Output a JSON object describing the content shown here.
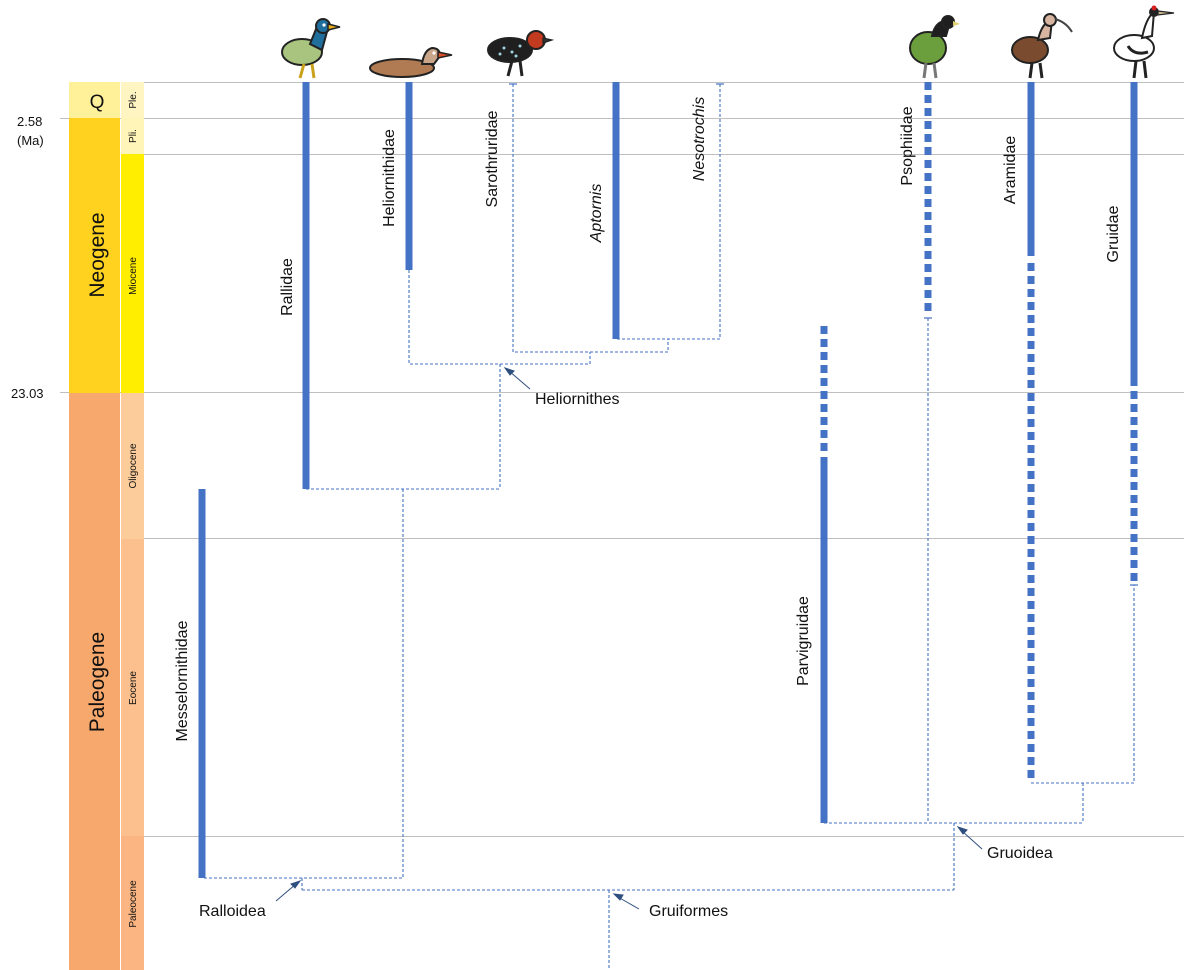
{
  "timescale": {
    "ticks": [
      {
        "id": "t258",
        "label": "2.58"
      },
      {
        "id": "tma",
        "label": "(Ma)"
      },
      {
        "id": "t2303",
        "label": "23.03"
      }
    ],
    "periods": [
      {
        "id": "q",
        "label": "Q",
        "color": "#fff199"
      },
      {
        "id": "neogene",
        "label": "Neogene",
        "color": "#ffd21f"
      },
      {
        "id": "paleogene",
        "label": "Paleogene",
        "color": "#f7a86c"
      }
    ],
    "epochs": [
      {
        "id": "ple",
        "label": "Ple.",
        "color": "#fff5c2"
      },
      {
        "id": "pli",
        "label": "Pli.",
        "color": "#fff5b8"
      },
      {
        "id": "miocene",
        "label": "Miocene",
        "color": "#ffee00"
      },
      {
        "id": "oligocene",
        "label": "Oligocene",
        "color": "#fccd9b"
      },
      {
        "id": "eocene",
        "label": "Eocene",
        "color": "#fbc08e"
      },
      {
        "id": "paleocene",
        "label": "Paleocene",
        "color": "#fbb582"
      }
    ]
  },
  "taxa": [
    {
      "id": "rallidae",
      "label": "Rallidae",
      "italic": false
    },
    {
      "id": "heliornithidae",
      "label": "Heliornithidae",
      "italic": false
    },
    {
      "id": "sarothruridae",
      "label": "Sarothruridae",
      "italic": false
    },
    {
      "id": "aptornis",
      "label": "Aptornis",
      "italic": true
    },
    {
      "id": "nesotrochis",
      "label": "Nesotrochis",
      "italic": true
    },
    {
      "id": "messelornithidae",
      "label": "Messelornithidae",
      "italic": false
    },
    {
      "id": "psophiidae",
      "label": "Psophiidae",
      "italic": false
    },
    {
      "id": "aramidae",
      "label": "Aramidae",
      "italic": false
    },
    {
      "id": "gruidae",
      "label": "Gruidae",
      "italic": false
    },
    {
      "id": "parvigruidae",
      "label": "Parvigruidae",
      "italic": false
    }
  ],
  "clades": [
    {
      "id": "heliornithes",
      "label": "Heliornithes"
    },
    {
      "id": "ralloidea",
      "label": "Ralloidea"
    },
    {
      "id": "gruiformes",
      "label": "Gruiformes"
    },
    {
      "id": "gruoidea",
      "label": "Gruoidea"
    }
  ],
  "bird_icons": [
    {
      "id": "rallidae",
      "icon": "rail-bird-icon"
    },
    {
      "id": "heliornithidae",
      "icon": "finfoot-bird-icon"
    },
    {
      "id": "sarothruridae",
      "icon": "flufftail-bird-icon"
    },
    {
      "id": "psophiidae",
      "icon": "trumpeter-bird-icon"
    },
    {
      "id": "aramidae",
      "icon": "limpkin-bird-icon"
    },
    {
      "id": "gruidae",
      "icon": "crane-bird-icon"
    }
  ],
  "colors": {
    "lineage": "#4472c4",
    "gridline": "#bfbfbf"
  }
}
